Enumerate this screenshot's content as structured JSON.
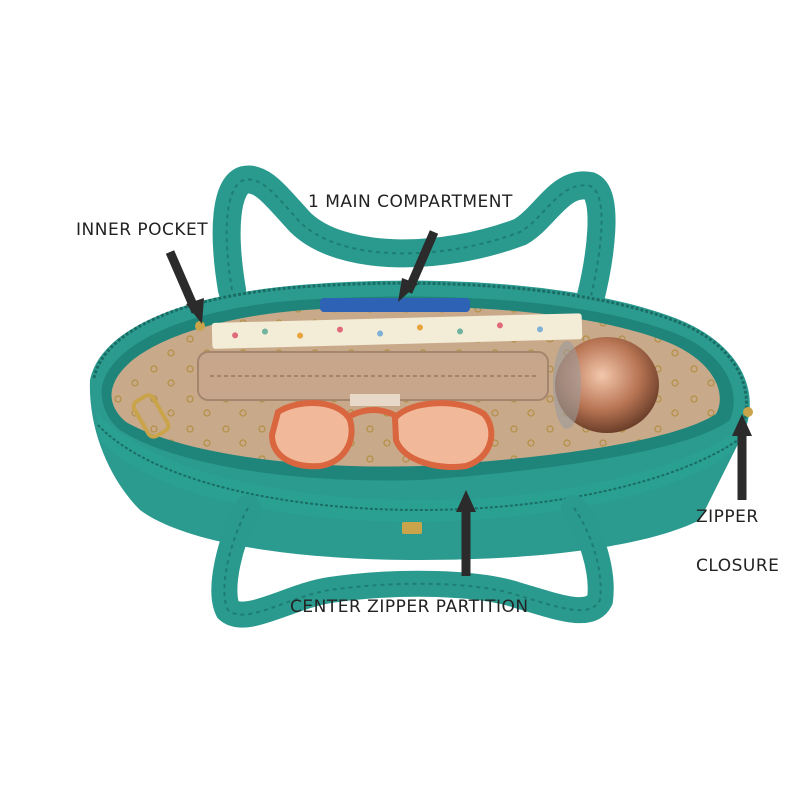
{
  "labels": {
    "main_compartment": "1 MAIN COMPARTMENT",
    "inner_pocket": "INNER POCKET",
    "zipper": "ZIPPER",
    "closure": "CLOSURE",
    "center_zipper_partition": "CENTER ZIPPER PARTITION"
  },
  "colors": {
    "bag_teal": "#2a9a8e",
    "lining_tan": "#c9ab8c",
    "arrow": "#2b2b2b"
  }
}
